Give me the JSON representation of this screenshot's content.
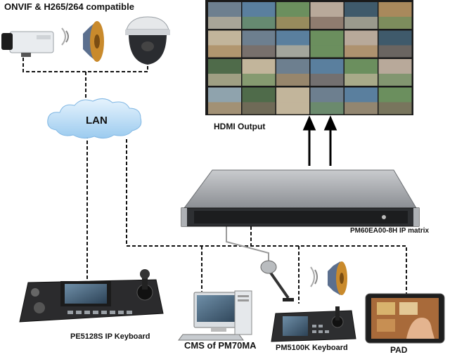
{
  "labels": {
    "compatible": "ONVIF & H265/264 compatible",
    "lan": "LAN",
    "hdmi_output": "HDMI Output",
    "matrix": "PM60EA00-8H IP matrix",
    "pe_keyboard": "PE5128S IP Keyboard",
    "cms": "CMS of PM70MA",
    "pm_keyboard": "PM5100K Keyboard",
    "pad": "PAD"
  },
  "colors": {
    "line": "#111111",
    "audio_line": "#9a9a9a",
    "cloud": "#b9dbf5",
    "device_dark": "#2a2a2a",
    "matrix_body": "#8e9196"
  },
  "icons": [
    "box-camera-icon",
    "speaker-icon",
    "dome-camera-icon",
    "lan-cloud-icon",
    "video-wall-icon",
    "ip-matrix-device-icon",
    "ptz-keyboard-icon",
    "computer-icon",
    "microphone-icon",
    "tablet-icon"
  ]
}
